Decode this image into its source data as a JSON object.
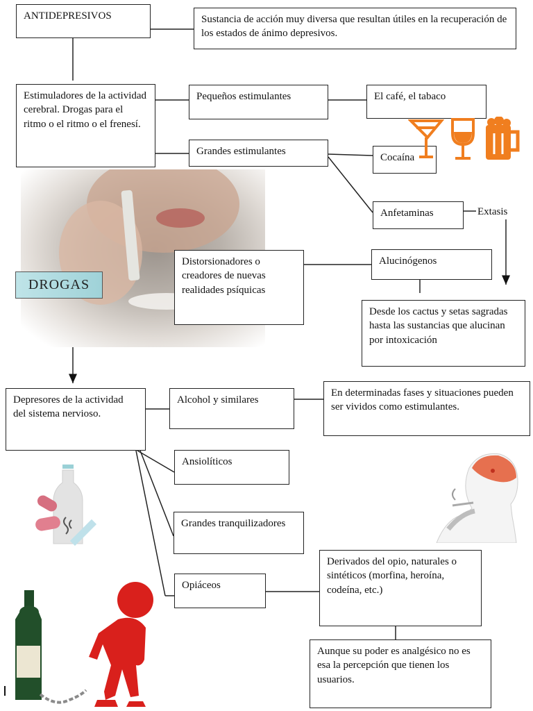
{
  "antidepresivos": {
    "title": "ANTIDEPRESIVOS",
    "definition": "Sustancia de acción muy diversa que resultan útiles en la recuperación de los estados de ánimo depresivos."
  },
  "estimuladores": {
    "label": "Estimuladores de la actividad cerebral. Drogas para el ritmo o el ritmo o el frenesí.",
    "pequenos": "Pequeños estimulantes",
    "pequenos_examples": "El café, el tabaco",
    "grandes": "Grandes estimulantes",
    "cocaina": "Cocaína",
    "anfetaminas": "Anfetaminas",
    "extasis": "Extasis"
  },
  "center": {
    "label": "DROGAS"
  },
  "distorsionadores": {
    "label": "Distorsionadores o creadores de nuevas realidades psíquicas",
    "alucinogenos": "Alucinógenos",
    "alucinogenos_desc": "Desde los cactus y setas sagradas hasta las sustancias que alucinan por intoxicación"
  },
  "depresores": {
    "label": "Depresores de la actividad del sistema nervioso.",
    "alcohol": "Alcohol y similares",
    "alcohol_desc": "En determinadas fases y situaciones pueden ser vividos como estimulantes.",
    "ansioliticos": "Ansiolíticos",
    "tranquilizadores": "Grandes tranquilizadores",
    "opiaceos": "Opiáceos",
    "opiaceos_desc": "Derivados del opio, naturales o sintéticos (morfina, heroína, codeína, etc.)",
    "opiaceos_note": "Aunque su poder es analgésico no es esa la percepción que tienen los usuarios."
  },
  "illustrations": {
    "photo": "snorting-photo",
    "drinks": "cocktail-wine-beer-icons",
    "pills": "pills-bottle-cigarette-icon",
    "smoker": "smoker-brain-icon",
    "chained": "figure-chained-to-bottle-icon",
    "drinks_color": "#f07e1f",
    "figure_color": "#d9201c"
  }
}
